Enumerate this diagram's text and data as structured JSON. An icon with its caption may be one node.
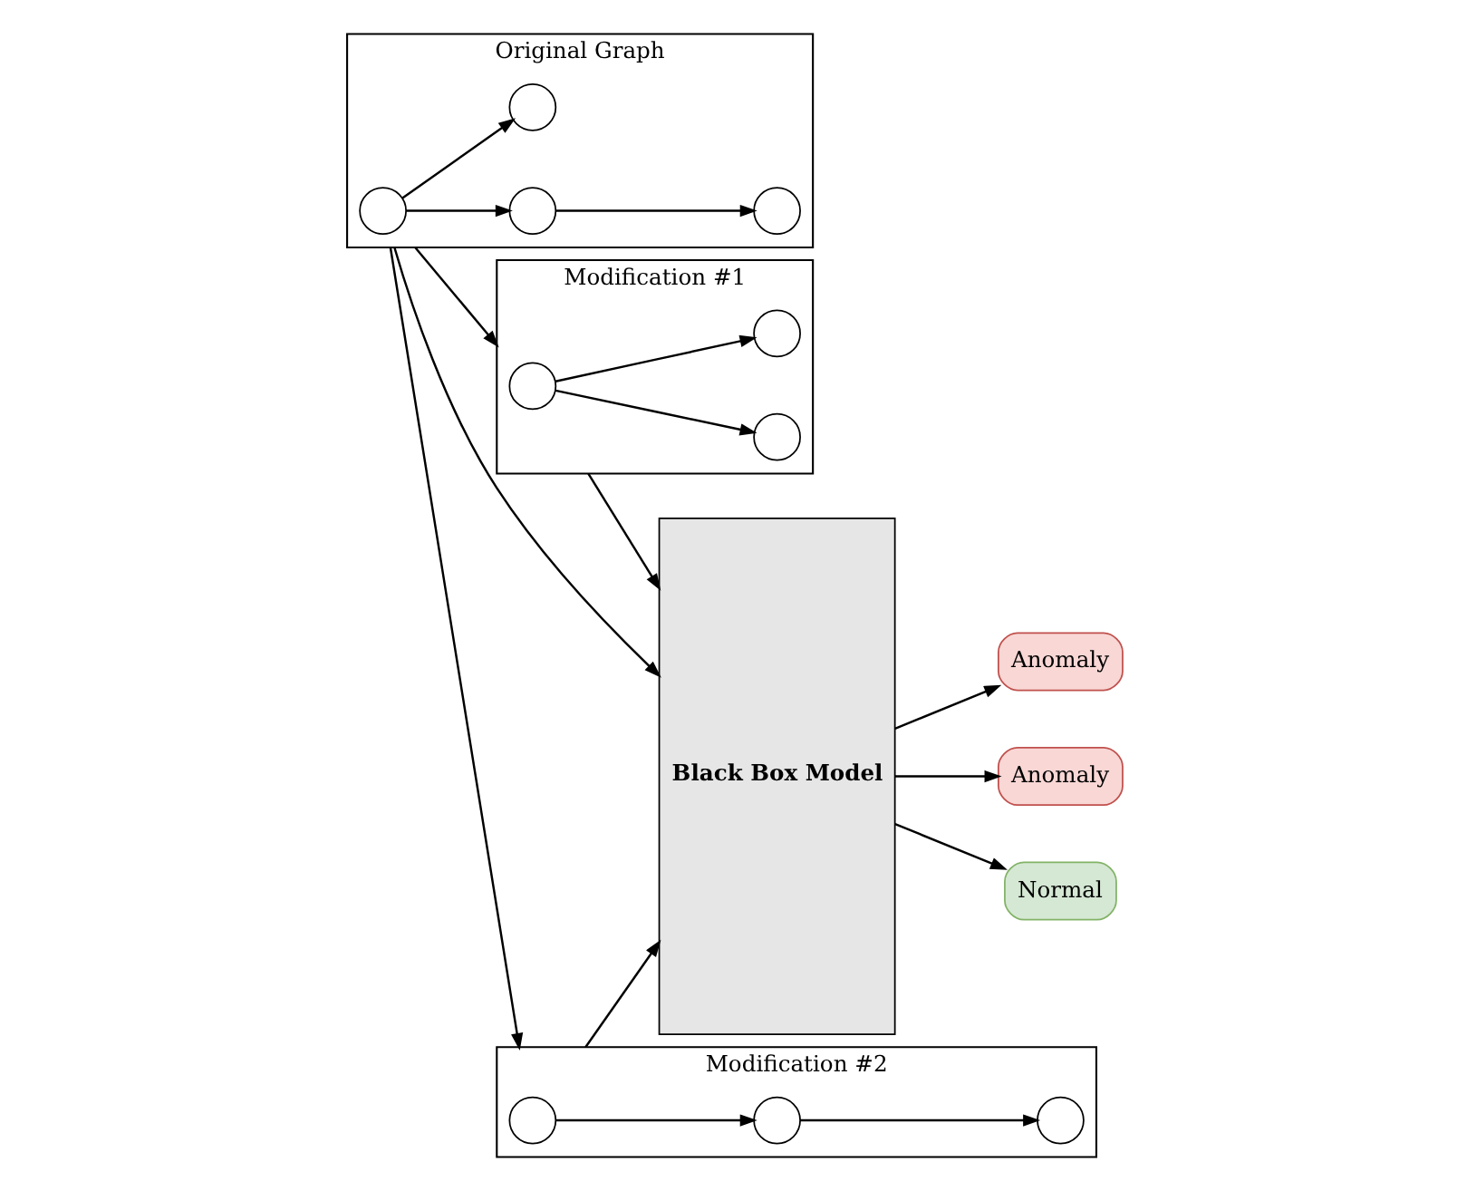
{
  "diagram": {
    "nodes": [
      {
        "text": [
          "Original Graph"
        ]
      },
      {
        "text": [],
        "shape": "circle",
        "in": 0
      },
      {
        "text": [],
        "shape": "circle",
        "in": 0
      },
      {
        "text": [],
        "shape": "circle",
        "in": 0
      },
      {
        "text": [],
        "shape": "circle",
        "in": 0
      },
      {
        "text": [
          "Modification #1"
        ]
      },
      {
        "text": [],
        "shape": "circle",
        "in": 5
      },
      {
        "text": [],
        "shape": "circle",
        "in": 5
      },
      {
        "text": [],
        "shape": "circle",
        "in": 5
      },
      {
        "text": [
          "Modification #2"
        ]
      },
      {
        "text": [],
        "shape": "circle",
        "in": 9
      },
      {
        "text": [],
        "shape": "circle",
        "in": 9
      },
      {
        "text": [],
        "shape": "circle",
        "in": 9
      },
      {
        "text": [
          "Black Box Model"
        ]
      },
      {
        "text": [
          "Anomaly"
        ]
      },
      {
        "text": [
          "Anomaly"
        ]
      },
      {
        "text": [
          "Normal"
        ]
      }
    ],
    "edges": [
      {
        "from": 1,
        "to": 2,
        "arrow": "to"
      },
      {
        "from": 1,
        "to": 3,
        "arrow": "to"
      },
      {
        "from": 2,
        "to": 4,
        "arrow": "to"
      },
      {
        "from": 6,
        "to": 7,
        "arrow": "to"
      },
      {
        "from": 6,
        "to": 8,
        "arrow": "to"
      },
      {
        "from": 10,
        "to": 11,
        "arrow": "to"
      },
      {
        "from": 11,
        "to": 12,
        "arrow": "to"
      },
      {
        "from": 0,
        "to": 13,
        "arrow": "to"
      },
      {
        "from": 0,
        "to": 5,
        "arrow": "to"
      },
      {
        "from": 0,
        "to": 9,
        "arrow": "to"
      },
      {
        "from": 5,
        "to": 13,
        "arrow": "to"
      },
      {
        "from": 9,
        "to": 13,
        "arrow": "to"
      },
      {
        "from": 13,
        "to": 14,
        "arrow": "to"
      },
      {
        "from": 13,
        "to": 15,
        "arrow": "to"
      },
      {
        "from": 13,
        "to": 16,
        "arrow": "to"
      }
    ]
  }
}
